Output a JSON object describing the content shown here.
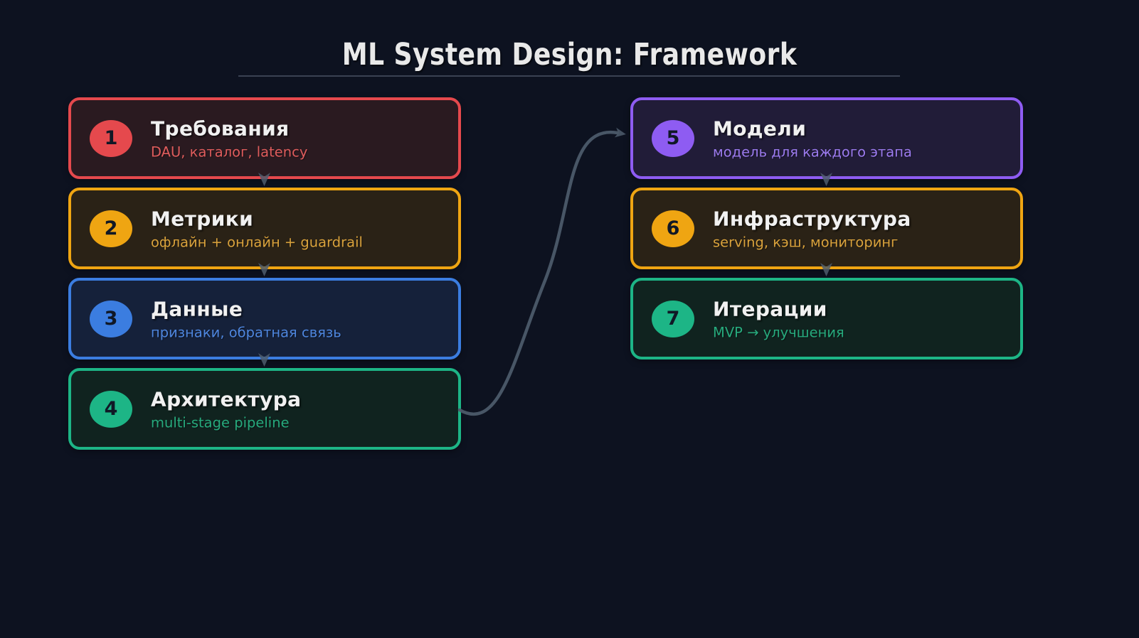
{
  "title": "ML System Design: Framework",
  "steps": [
    {
      "number": "1",
      "title": "Требования",
      "subtitle": "DAU, каталог, latency",
      "accent": "#e5494d",
      "bg": "#2a1a20",
      "subtitle_color": "#de5c5c"
    },
    {
      "number": "2",
      "title": "Метрики",
      "subtitle": "офлайн + онлайн + guardrail",
      "accent": "#efa512",
      "bg": "#2a2216",
      "subtitle_color": "#d9a23c"
    },
    {
      "number": "3",
      "title": "Данные",
      "subtitle": "признаки, обратная связь",
      "accent": "#3b7de0",
      "bg": "#15213a",
      "subtitle_color": "#4e86de"
    },
    {
      "number": "4",
      "title": "Архитектура",
      "subtitle": "multi-stage pipeline",
      "accent": "#1db586",
      "bg": "#10231f",
      "subtitle_color": "#27aa7d"
    },
    {
      "number": "5",
      "title": "Модели",
      "subtitle": "модель для каждого этапа",
      "accent": "#8e5cf2",
      "bg": "#211c38",
      "subtitle_color": "#9c7bef"
    },
    {
      "number": "6",
      "title": "Инфраструктура",
      "subtitle": "serving, кэш, мониторинг",
      "accent": "#efa512",
      "bg": "#2a2216",
      "subtitle_color": "#d9a23c"
    },
    {
      "number": "7",
      "title": "Итерации",
      "subtitle": "MVP → улучшения",
      "accent": "#1db586",
      "bg": "#10231f",
      "subtitle_color": "#27aa7d"
    }
  ],
  "icons": {
    "between_steps": "down-chevron-icon",
    "stage_transition": "curved-arrow-icon"
  },
  "colors": {
    "background": "#0d1220",
    "connector": "#4e5c6c",
    "title_text": "#e9e9e9",
    "underline": "#3a4252",
    "card_title": "#f1f1f1",
    "number_text": "#101826"
  }
}
